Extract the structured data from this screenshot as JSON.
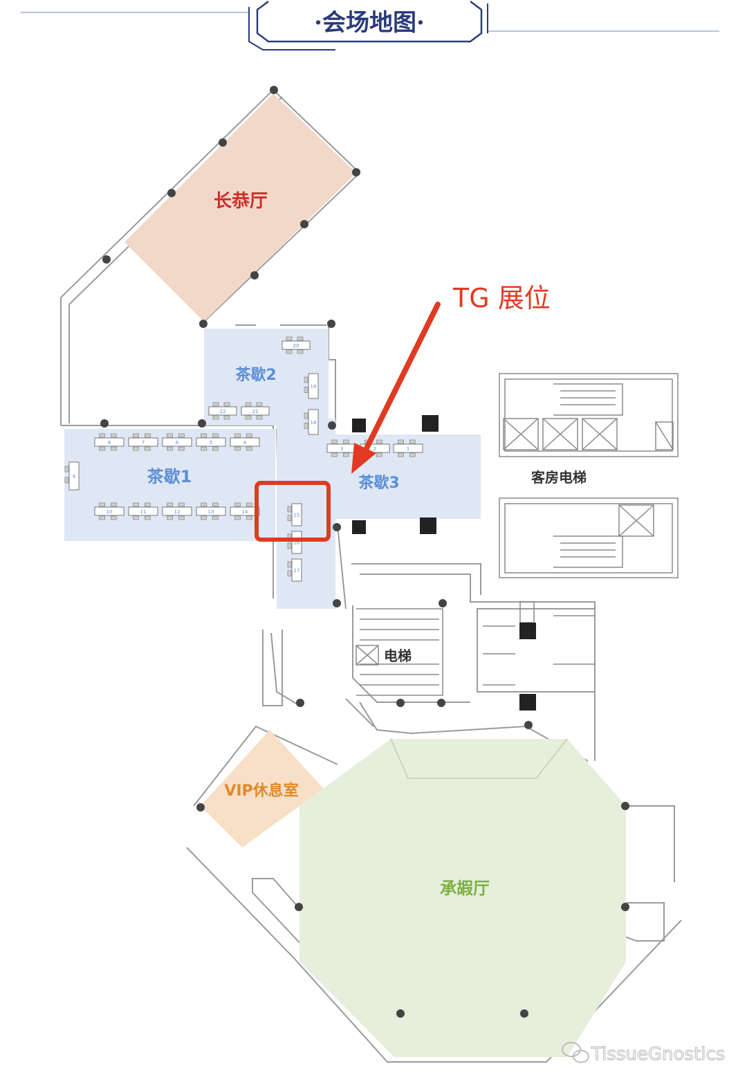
{
  "header": {
    "title": "·会场地图·"
  },
  "rooms": {
    "changgong": {
      "label": "长恭厅",
      "color": "#cf2b27",
      "fill": "#f2d8c9"
    },
    "chaxie1": {
      "label": "茶歇1",
      "color": "#5b8fd6",
      "fill": "#dfe7f5"
    },
    "chaxie2": {
      "label": "茶歇2",
      "color": "#5b8fd6",
      "fill": "#dfe7f5"
    },
    "chaxie3": {
      "label": "茶歇3",
      "color": "#5b8fd6",
      "fill": "#dfe7f5"
    },
    "guest_elevator": {
      "label": "客房电梯",
      "color": "#333333"
    },
    "elevator": {
      "label": "电梯",
      "color": "#333333"
    },
    "vip": {
      "label": "VIP休息室",
      "color": "#e08a2c",
      "fill": "#f7e0c7"
    },
    "chengxia": {
      "label": "承嘏厅",
      "color": "#7db042",
      "fill": "#e6efdc"
    }
  },
  "annotation": {
    "label": "TG 展位",
    "color": "#e03a22"
  },
  "booths": {
    "chaxie1_top": [
      "8",
      "7",
      "6",
      "5",
      "4"
    ],
    "chaxie1_bottom": [
      "10",
      "11",
      "12",
      "13",
      "14"
    ],
    "chaxie1_left": [
      "9"
    ],
    "chaxie2_top": [
      "20"
    ],
    "chaxie2_right": [
      "19",
      "18"
    ],
    "chaxie2_bottom": [
      "22",
      "21"
    ],
    "chaxie3_top": [
      "3",
      "2",
      "1"
    ],
    "corridor": [
      "15",
      "16",
      "17"
    ]
  },
  "watermark": {
    "text": "TissueGnostics"
  },
  "colors": {
    "frame": "#2a3a7a",
    "wall": "#9a9a9a",
    "column": "#444444"
  }
}
